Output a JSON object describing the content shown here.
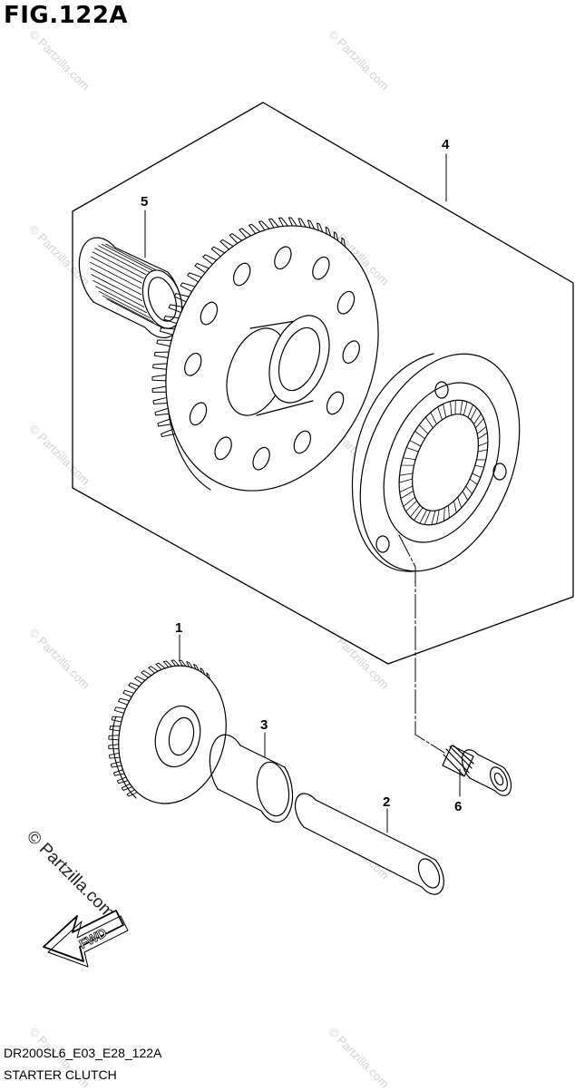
{
  "figure": {
    "title": "FIG.122A"
  },
  "callouts": {
    "c1": "1",
    "c2": "2",
    "c3": "3",
    "c4": "4",
    "c5": "5",
    "c6": "6"
  },
  "direction_arrow": {
    "label": "FWD"
  },
  "watermark": {
    "text": "© Partzilla.com"
  },
  "footer": {
    "code": "DR200SL6_E03_E28_122A",
    "name": "STARTER CLUTCH"
  },
  "colors": {
    "line": "#000000",
    "watermark": "#d4d4d4",
    "background": "#ffffff"
  }
}
